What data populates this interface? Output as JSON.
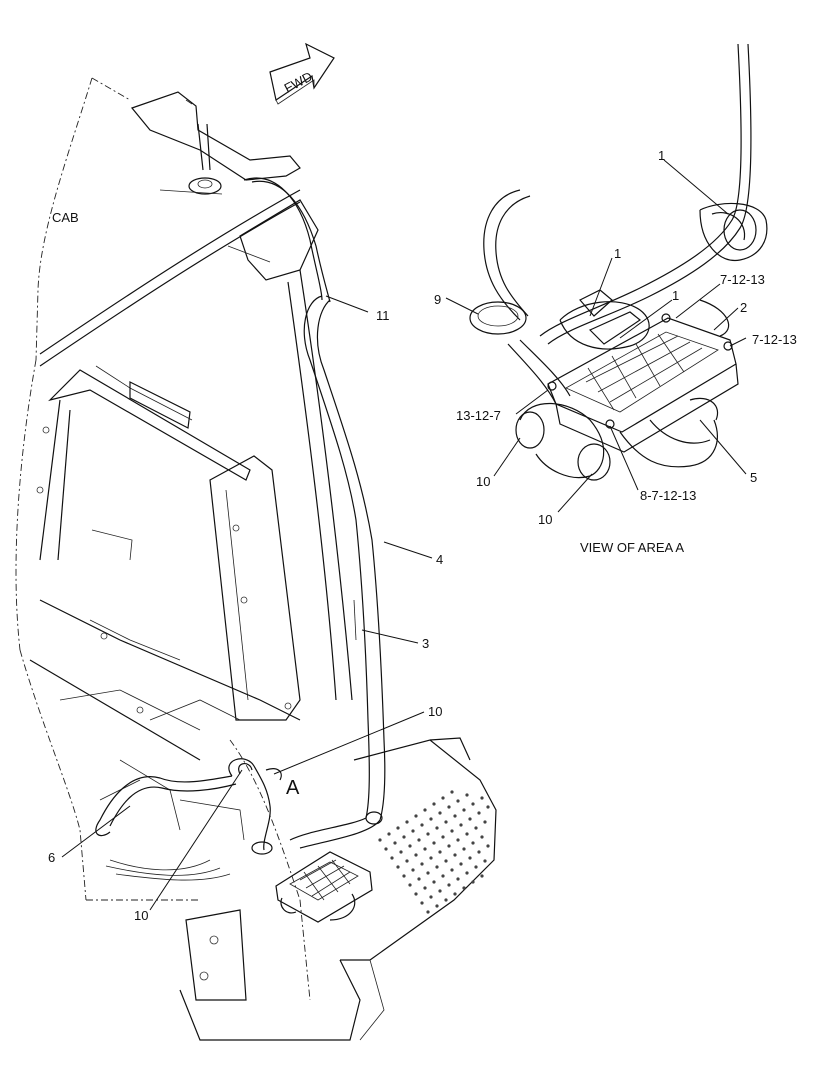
{
  "labels": {
    "fwd": "FWD",
    "cab": "CAB",
    "area_a": "A",
    "view_title": "VIEW OF AREA A",
    "l1a": "1",
    "l1b": "1",
    "l1c": "1",
    "l2": "2",
    "l7a": "7-12-13",
    "l7b": "7-12-13",
    "l9": "9",
    "l13": "13-12-7",
    "l10a": "10",
    "l10b": "10",
    "l8": "8-7-12-13",
    "l5": "5",
    "l11": "11",
    "l4": "4",
    "l3": "3",
    "l10c": "10",
    "l6": "6",
    "l10d": "10"
  }
}
